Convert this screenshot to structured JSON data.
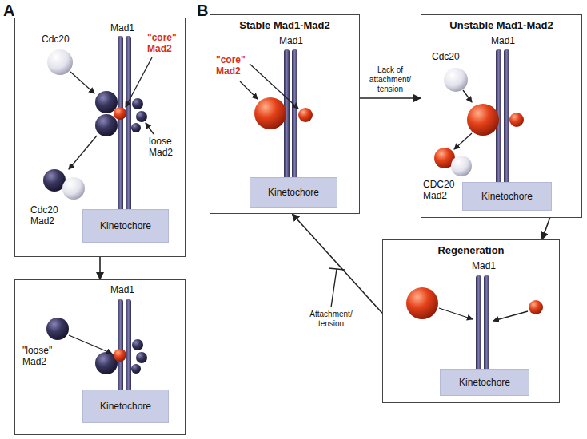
{
  "diagram": {
    "nodes": [
      {
        "text": [
          "Mad1",
          "Cdc20",
          "\"core\" Mad2",
          "loose Mad2",
          "Cdc20 Mad2"
        ]
      },
      {
        "text": [
          "Kinetochore"
        ],
        "in": 0
      },
      {
        "text": [
          "Mad1",
          "\"loose\" Mad2"
        ]
      },
      {
        "text": [
          "Kinetochore"
        ],
        "in": 2
      },
      {
        "text": [
          "Stable Mad1-Mad2",
          "Mad1",
          "\"core\" Mad2"
        ]
      },
      {
        "text": [
          "Kinetochore"
        ],
        "in": 4
      },
      {
        "text": [
          "Unstable Mad1-Mad2",
          "Cdc20",
          "Mad1",
          "CDC20 Mad2"
        ]
      },
      {
        "text": [
          "Kinetochore"
        ],
        "in": 6
      },
      {
        "text": [
          "Regeneration",
          "Mad1"
        ]
      },
      {
        "text": [
          "Kinetochore"
        ],
        "in": 8
      }
    ],
    "edges": [
      {
        "from": 0,
        "to": 2,
        "arrow": "to"
      },
      {
        "from": 4,
        "to": 6,
        "label": "Lack of attachment/ tension",
        "arrow": "to"
      },
      {
        "from": 6,
        "to": 8,
        "arrow": "to"
      },
      {
        "from": 8,
        "to": 4,
        "arrow": "to"
      }
    ],
    "labels": [
      "A",
      "B",
      "Attachment/ tension"
    ]
  }
}
